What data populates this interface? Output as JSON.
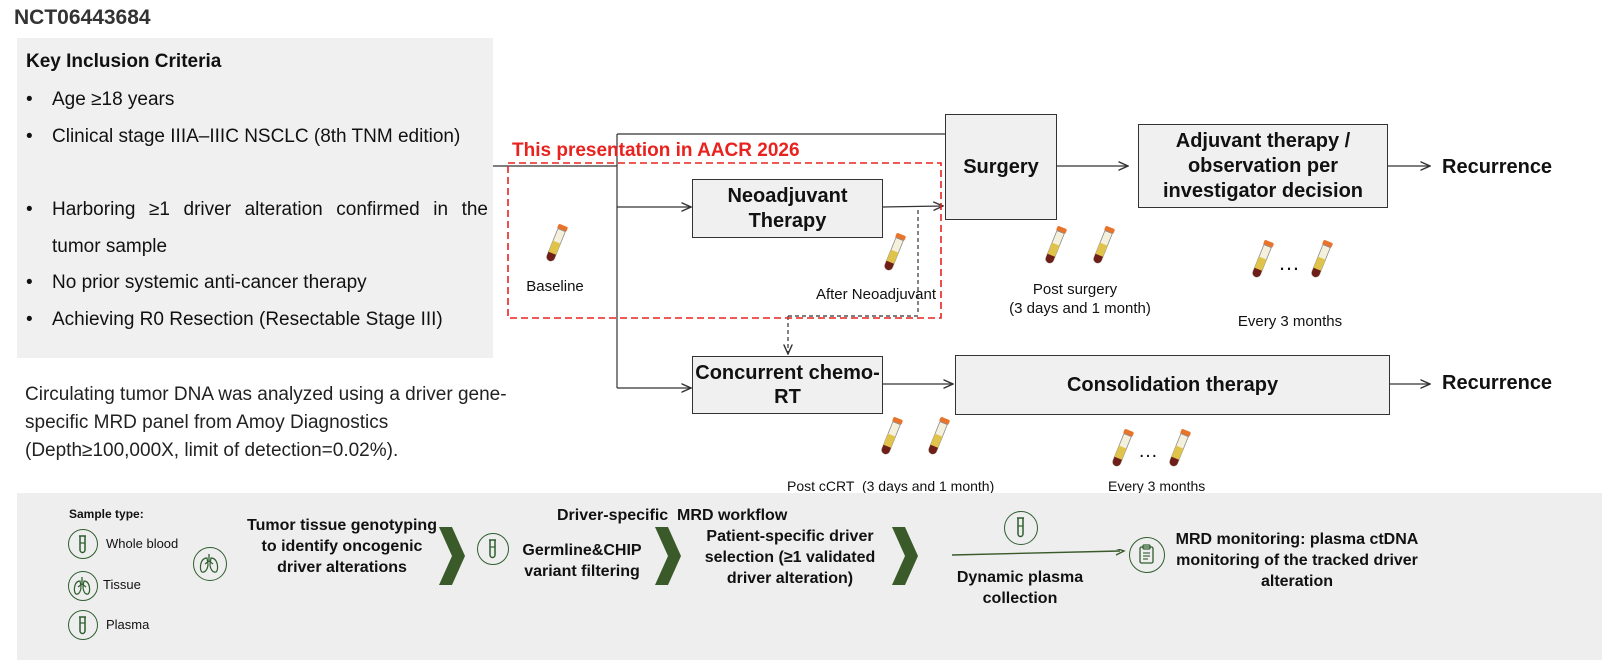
{
  "trial_id": "NCT06443684",
  "criteria": {
    "title": "Key Inclusion Criteria",
    "bullet": "•",
    "items": [
      "Age ≥18 years",
      "Clinical stage IIIA–IIIC NSCLC (8th TNM edition)",
      "Harboring ≥1 driver alteration confirmed in the tumor sample",
      "No prior systemic anti-cancer therapy",
      "Achieving R0 Resection (Resectable Stage III)"
    ]
  },
  "ctdna_note": "Circulating tumor DNA was analyzed using a driver gene-specific MRD panel from Amoy Diagnostics (Depth≥100,000X, limit of detection=0.02%).",
  "flow": {
    "highlight_label": "This presentation in AACR 2026",
    "baseline": "Baseline",
    "neoadjuvant": "Neoadjuvant Therapy",
    "after_neoadjuvant": "After  Neoadjuvant",
    "surgery": "Surgery",
    "adjuvant": "Adjuvant therapy / observation per investigator decision",
    "recurrence_top": "Recurrence",
    "post_surgery": "Post surgery",
    "post_surgery_times": "(3 days and 1 month)",
    "every_3_months_top": "Every 3 months",
    "ellipsis": "…",
    "concurrent": "Concurrent chemo-RT",
    "consolidation": "Consolidation therapy",
    "recurrence_bottom": "Recurrence",
    "post_ccrt": "Post cCRT  (3 days and 1 month)",
    "every_3_months_bottom": "Every 3 months",
    "ellipsis_bottom": "…"
  },
  "workflow": {
    "sample_type_label": "Sample type:",
    "samples": [
      "Whole blood",
      "Tissue",
      "Plasma"
    ],
    "title": "Driver-specific  MRD workflow",
    "steps": [
      "Tumor tissue genotyping to identify oncogenic driver alterations",
      "Germline&CHIP variant filtering",
      "Patient-specific driver selection (≥1 validated driver alteration)",
      "Dynamic plasma collection",
      "MRD monitoring: plasma ctDNA monitoring of the tracked driver alteration"
    ]
  },
  "colors": {
    "highlight_red": "#e8231f",
    "tube_orange": "#e8742c",
    "chevron_green": "#3a5a2a",
    "panel_gray": "#eeeeee"
  }
}
